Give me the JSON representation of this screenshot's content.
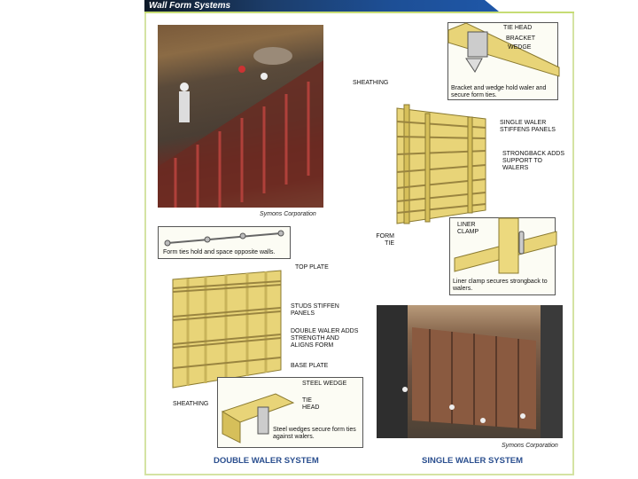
{
  "header": {
    "title": "Wall Form Systems"
  },
  "photos": {
    "top_left": {
      "subject": "workers pouring concrete into wall forms",
      "credit": "Symons Corporation"
    },
    "bottom_right": {
      "subject": "workers beside erected single waler wall forms",
      "credit": "Symons Corporation"
    }
  },
  "double_waler": {
    "callout_top": {
      "caption": "Form ties hold and space opposite walls."
    },
    "labels": {
      "top_plate": "TOP PLATE",
      "studs": "STUDS STIFFEN PANELS",
      "double_waler": "DOUBLE WALER ADDS STRENGTH AND ALIGNS FORM",
      "base_plate": "BASE PLATE",
      "sheathing": "SHEATHING"
    },
    "callout_bottom": {
      "steel_wedge": "STEEL WEDGE",
      "tie_head": "TIE HEAD",
      "caption": "Steel wedges secure form ties against walers."
    },
    "title": "DOUBLE WALER SYSTEM"
  },
  "single_waler": {
    "callout_top": {
      "tie_head": "TIE HEAD",
      "bracket": "BRACKET",
      "wedge": "WEDGE",
      "caption": "Bracket and wedge hold waler and secure form ties."
    },
    "labels": {
      "sheathing": "SHEATHING",
      "single_waler": "SINGLE WALER STIFFENS PANELS",
      "strongback": "STRONGBACK ADDS SUPPORT TO WALERS",
      "form_tie": "FORM TIE"
    },
    "callout_bottom": {
      "liner_clamp": "LINER CLAMP",
      "caption": "Liner clamp secures strongback to walers."
    },
    "title": "SINGLE WALER SYSTEM"
  },
  "colors": {
    "header_blue": "#1d4f96",
    "accent_green": "#c6dc74",
    "title_blue": "#2b4f8f",
    "wood": "#e8d478"
  }
}
